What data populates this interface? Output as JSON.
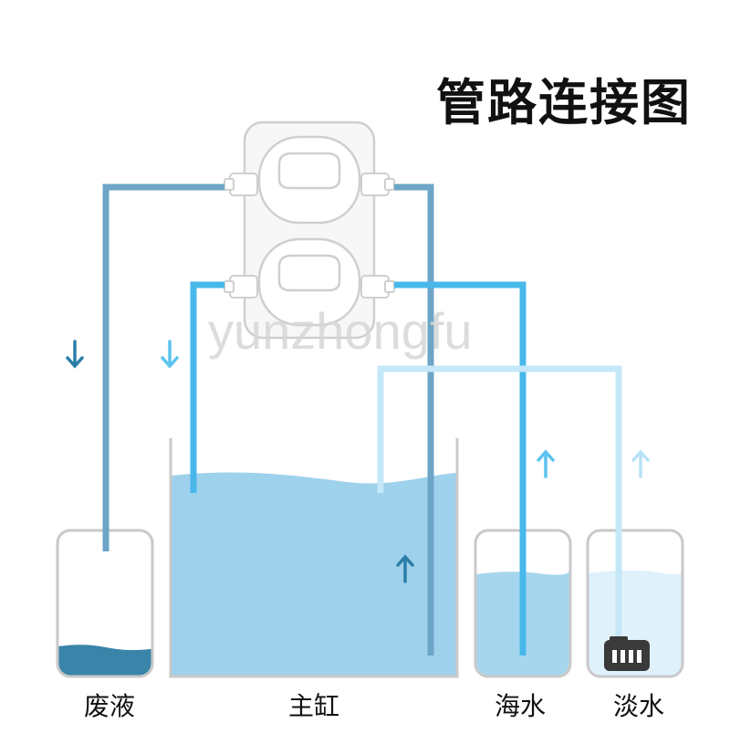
{
  "title": "管路连接图",
  "watermark": "yunzhongfu",
  "labels": {
    "waste": "废液",
    "main_tank": "主缸",
    "seawater": "海水",
    "freshwater": "淡水"
  },
  "colors": {
    "pipe_waste": "#6da5c6",
    "pipe_main": "#48b8ea",
    "pipe_fresh": "#c4e8f8",
    "arrow_dark": "#2a7ea8",
    "arrow_light": "#5cc3ee",
    "arrow_pale": "#b8e3f6",
    "water_main": "#9ed1ec",
    "water_sea": "#a6d6ee",
    "water_fresh": "#dff1fa",
    "waste_liquid": "#3a84aa",
    "container_border": "#c9c9c9",
    "pump_border": "#cfcfcf"
  },
  "icons": [
    "arrow-down-icon",
    "arrow-up-icon",
    "freshwater-pump-icon",
    "dosing-pump-icon"
  ]
}
